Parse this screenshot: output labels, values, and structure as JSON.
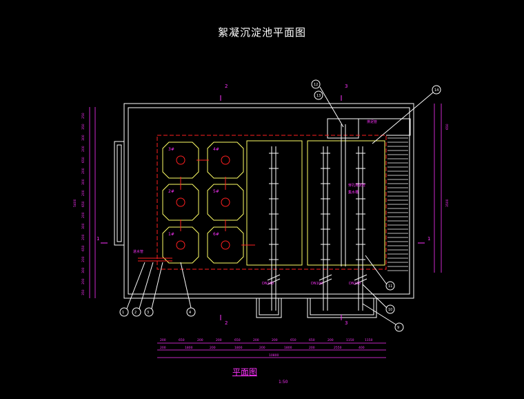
{
  "drawing": {
    "title": "絮凝沉淀池平面图",
    "subtitle": "平面图",
    "scale": "1:50"
  },
  "section_marks": {
    "top_left": "2",
    "top_right": "3",
    "bottom_left": "2",
    "bottom_right": "3",
    "left": "1",
    "right": "1"
  },
  "callouts": [
    "1",
    "2",
    "3",
    "4",
    "9",
    "10",
    "11",
    "12",
    "13",
    "14"
  ],
  "tanks": [
    "1#",
    "2#",
    "3#",
    "4#",
    "5#",
    "6#"
  ],
  "labels": {
    "inlet": "进水管",
    "sludge_outlet": "排泥管",
    "perforated_pipe": "穿孔排泥管",
    "launder": "集水槽",
    "pipe_a": "DN100",
    "pipe_b": "DN100",
    "pipe_c": "DN100"
  },
  "dims_bottom_row1": [
    "200",
    "650",
    "200",
    "200",
    "650",
    "200",
    "200",
    "650",
    "650",
    "200",
    "1150",
    "1150"
  ],
  "dims_bottom_row2": [
    "200",
    "1800",
    "200",
    "1800",
    "200",
    "1800",
    "200",
    "2550",
    "400"
  ],
  "dims_bottom_total": "10800",
  "dims_left": [
    "350",
    "200",
    "300",
    "200",
    "650",
    "200",
    "300",
    "200",
    "650",
    "200",
    "300",
    "200",
    "650",
    "200",
    "300",
    "350",
    "250"
  ],
  "dims_left_total": "5400",
  "dims_right": [
    "650",
    "3500"
  ],
  "colors": {
    "structure": "#ffffff",
    "hidden": "#ff2020",
    "tank": "#ffff66",
    "pipe": "#ffffff",
    "annotation": "#ff33ff",
    "callout": "#ffffff"
  }
}
